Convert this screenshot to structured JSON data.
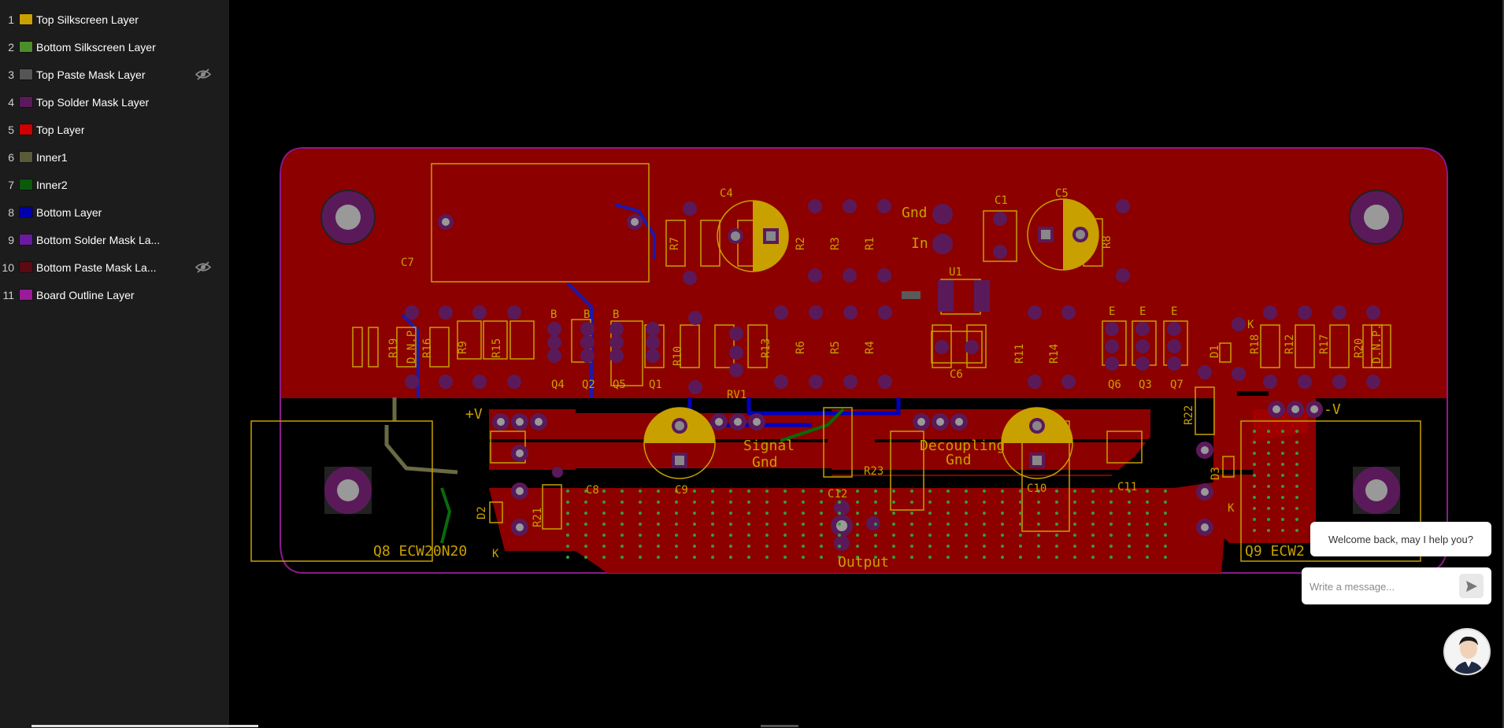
{
  "layers": [
    {
      "num": "1",
      "name": "Top Silkscreen Layer",
      "color": "#c8a000",
      "hidden": false
    },
    {
      "num": "2",
      "name": "Bottom Silkscreen Layer",
      "color": "#4a8f2a",
      "hidden": false
    },
    {
      "num": "3",
      "name": "Top Paste Mask Layer",
      "color": "#555555",
      "hidden": true
    },
    {
      "num": "4",
      "name": "Top Solder Mask Layer",
      "color": "#5a1a5a",
      "hidden": false
    },
    {
      "num": "5",
      "name": "Top Layer",
      "color": "#cc0000",
      "hidden": false
    },
    {
      "num": "6",
      "name": "Inner1",
      "color": "#5a5a3a",
      "hidden": false
    },
    {
      "num": "7",
      "name": "Inner2",
      "color": "#0a5a0a",
      "hidden": false
    },
    {
      "num": "8",
      "name": "Bottom Layer",
      "color": "#0000aa",
      "hidden": false
    },
    {
      "num": "9",
      "name": "Bottom Solder Mask La...",
      "color": "#6a1aa0",
      "hidden": false
    },
    {
      "num": "10",
      "name": "Bottom Paste Mask La...",
      "color": "#5a0a10",
      "hidden": true
    },
    {
      "num": "11",
      "name": "Board Outline Layer",
      "color": "#9a1a9a",
      "hidden": false
    }
  ],
  "pcb_labels": {
    "c7": "C7",
    "c4": "C4",
    "r7": "R7",
    "r2": "R2",
    "r3": "R3",
    "r1": "R1",
    "gnd": "Gnd",
    "in": "In",
    "c1": "C1",
    "c5": "C5",
    "r8": "R8",
    "u1": "U1",
    "r19": "R19",
    "dnp1": "D.N.P.",
    "r16": "R16",
    "r9": "R9",
    "r15": "R15",
    "q4": "Q4",
    "q2": "Q2",
    "q5": "Q5",
    "q1": "Q1",
    "r10": "R10",
    "rv1": "RV1",
    "r13": "R13",
    "r6": "R6",
    "r5": "R5",
    "r4": "R4",
    "c6": "C6",
    "r11": "R11",
    "r14": "R14",
    "q6": "Q6",
    "q3": "Q3",
    "q7": "Q7",
    "d1": "D1",
    "k1": "K",
    "r18": "R18",
    "r12": "R12",
    "r17": "R17",
    "r20": "R20",
    "dnp2": "D.N.P.",
    "b1": "B",
    "b2": "B",
    "b3": "B",
    "e1": "E",
    "e2": "E",
    "e3": "E",
    "plusv": "+V",
    "minusv": "-V",
    "signal": "Signal",
    "gnd2": "Gnd",
    "decoupling": "Decoupling",
    "gnd3": "Gnd",
    "c8": "C8",
    "c9": "C9",
    "c12": "C12",
    "r23": "R23",
    "c10": "C10",
    "c11": "C11",
    "r22": "R22",
    "d3": "D3",
    "k3": "K",
    "d2": "D2",
    "k2": "K",
    "r21": "R21",
    "q8": "Q8 ECW20N20",
    "q9": "Q9 ECW2",
    "output": "Output"
  },
  "chat": {
    "greeting": "Welcome back, may I help you?",
    "placeholder": "Write a message..."
  },
  "icons": {
    "eye_hidden": "eye-slash-icon",
    "send": "send-icon",
    "avatar": "support-agent-avatar"
  }
}
